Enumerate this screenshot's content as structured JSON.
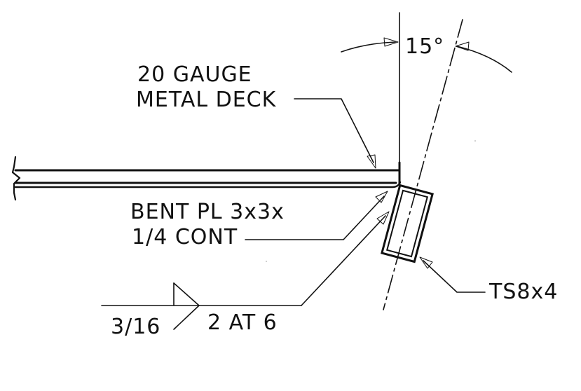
{
  "labels": {
    "deck_line1": "20 GAUGE",
    "deck_line2": "METAL DECK",
    "plate_line1": "BENT PL 3x3x",
    "plate_line2": "1/4 CONT",
    "tube": "TS8x4",
    "angle": "15°",
    "weld_size": "3/16",
    "weld_spacing": "2 AT 6"
  }
}
